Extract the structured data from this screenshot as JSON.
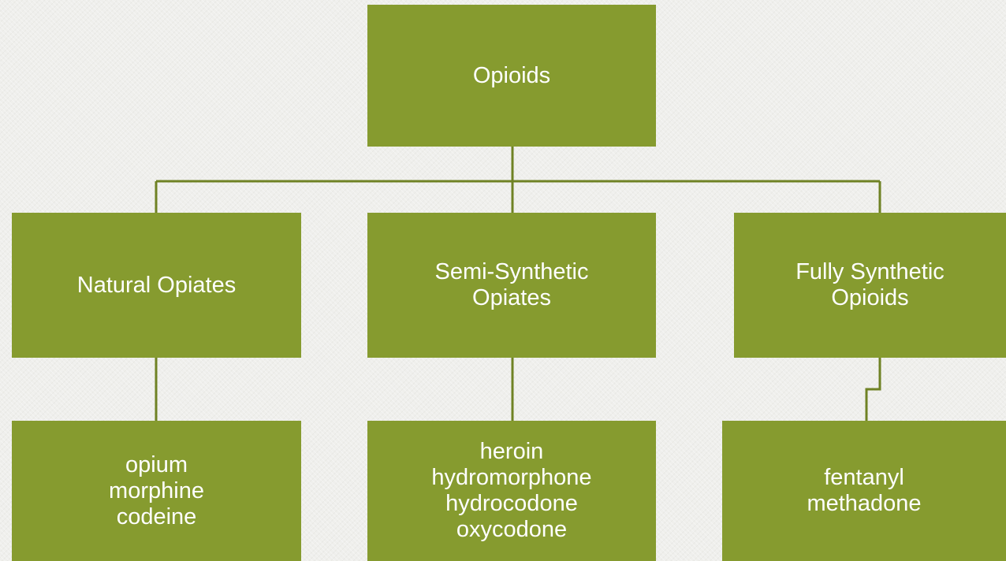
{
  "diagram": {
    "colors": {
      "box_fill": "#869b2f",
      "box_text": "#ffffff",
      "connector": "#6f8224",
      "background": "#efefec"
    },
    "root": {
      "label": "Opioids"
    },
    "categories": [
      {
        "label": "Natural Opiates",
        "examples": "opium\nmorphine\ncodeine"
      },
      {
        "label": "Semi-Synthetic\nOpiates",
        "examples": "heroin\nhydromorphone\nhydrocodone\noxycodone"
      },
      {
        "label": "Fully Synthetic\nOpioids",
        "examples": "fentanyl\nmethadone"
      }
    ]
  }
}
